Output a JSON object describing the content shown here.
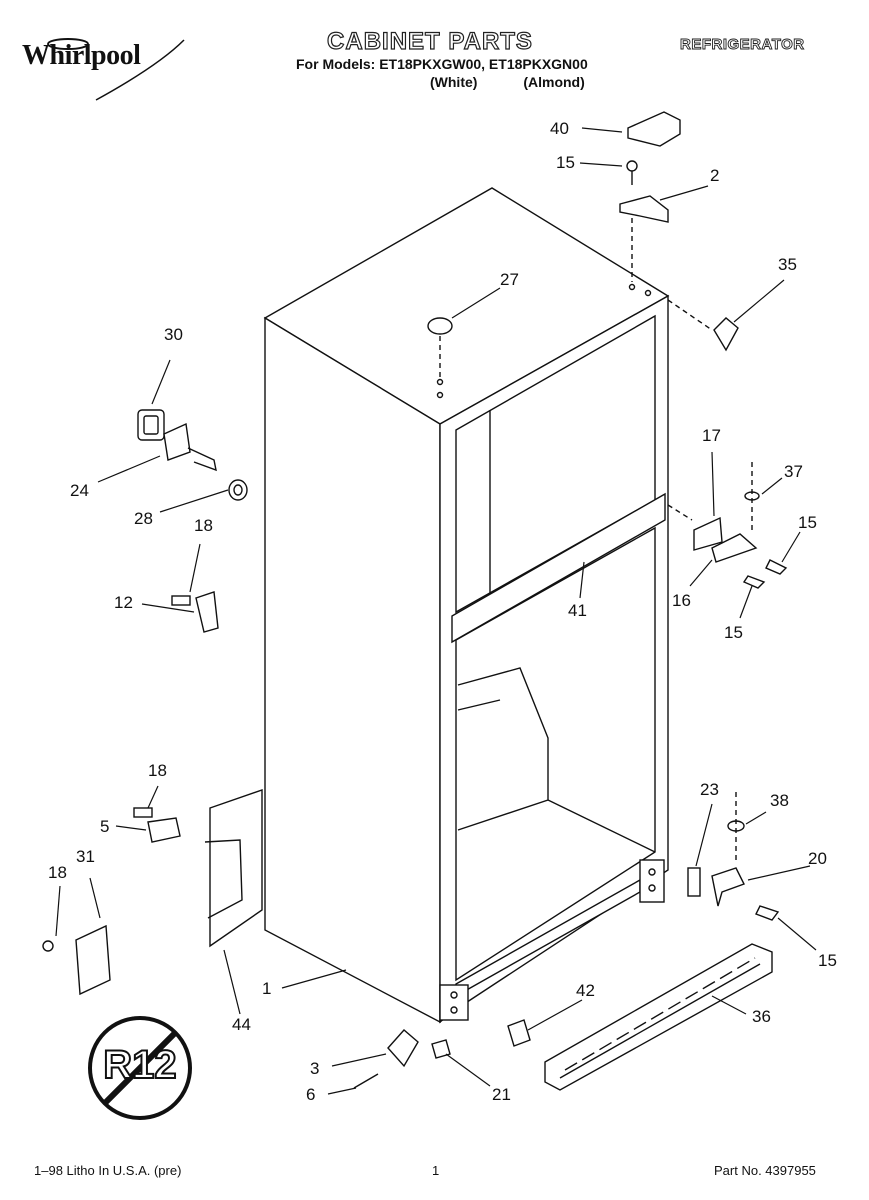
{
  "header": {
    "brand": "Whirlpool",
    "title": "CABINET PARTS",
    "models_line": "For Models: ET18PKXGW00, ET18PKXGN00",
    "variant_white": "(White)",
    "variant_almond": "(Almond)",
    "category": "REFRIGERATOR"
  },
  "badge": {
    "label": "R12"
  },
  "footer": {
    "litho": "1–98 Litho In U.S.A. (pre)",
    "page": "1",
    "part_no": "Part No. 4397955"
  },
  "callouts": {
    "c1": "1",
    "c2": "2",
    "c3": "3",
    "c5": "5",
    "c6": "6",
    "c12": "12",
    "c15a": "15",
    "c15b": "15",
    "c15c": "15",
    "c15d": "15",
    "c16": "16",
    "c17": "17",
    "c18a": "18",
    "c18b": "18",
    "c18c": "18",
    "c20": "20",
    "c21": "21",
    "c23": "23",
    "c24": "24",
    "c27": "27",
    "c28": "28",
    "c30": "30",
    "c31": "31",
    "c35": "35",
    "c36": "36",
    "c37": "37",
    "c38": "38",
    "c40": "40",
    "c41": "41",
    "c42": "42",
    "c44": "44"
  }
}
